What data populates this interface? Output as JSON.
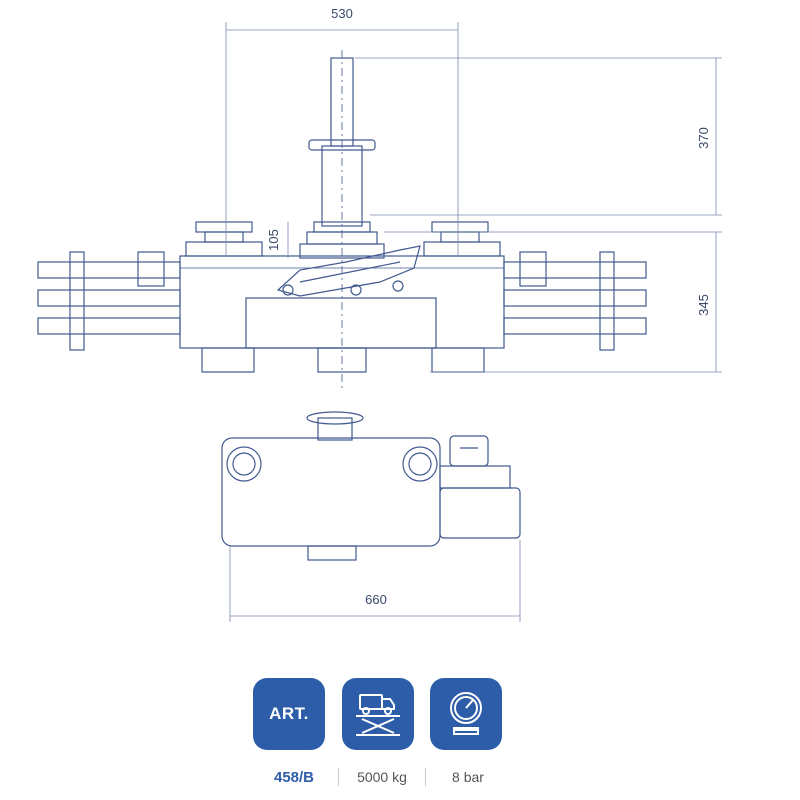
{
  "colors": {
    "line": "#41598f",
    "dimension": "#7c8ab0",
    "badge": "#2d5da8",
    "article_text": "#2d5da8",
    "spec_text": "#555555"
  },
  "dimensions": {
    "top_width": "530",
    "column_height": "370",
    "plate_height": "105",
    "body_height": "345",
    "base_width": "660"
  },
  "badges": [
    {
      "icon": "article-badge",
      "label": "ART."
    },
    {
      "icon": "lift-truck-icon"
    },
    {
      "icon": "pressure-gauge-icon"
    }
  ],
  "specs": {
    "article": "458/B",
    "capacity": "5000 kg",
    "pressure": "8 bar"
  }
}
